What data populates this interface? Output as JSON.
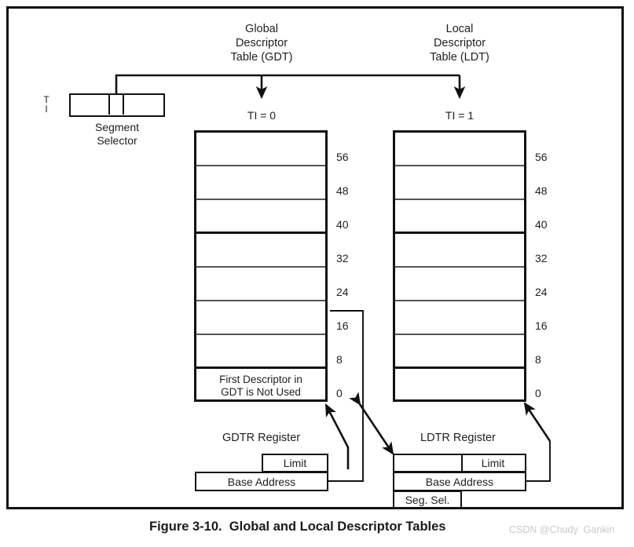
{
  "figure": {
    "caption": "Figure 3-10.  Global and Local Descriptor Tables",
    "watermark": "CSDN @Chudy  Gankin"
  },
  "segment_selector": {
    "label_line1": "Segment",
    "label_line2": "Selector",
    "ti_field_label_line1": "T",
    "ti_field_label_line2": "I"
  },
  "gdt": {
    "title_line1": "Global",
    "title_line2": "Descriptor",
    "title_line3": "Table (GDT)",
    "ti_value": "TI = 0",
    "offsets": [
      "56",
      "48",
      "40",
      "32",
      "24",
      "16",
      "8",
      "0"
    ],
    "first_entry_line1": "First Descriptor in",
    "first_entry_line2": "GDT is Not Used",
    "rows": [
      "",
      "",
      "",
      "",
      "",
      "",
      "",
      "First Descriptor in\nGDT is Not Used"
    ]
  },
  "ldt": {
    "title_line1": "Local",
    "title_line2": "Descriptor",
    "title_line3": "Table (LDT)",
    "ti_value": "TI = 1",
    "offsets": [
      "56",
      "48",
      "40",
      "32",
      "24",
      "16",
      "8",
      "0"
    ],
    "rows": [
      "",
      "",
      "",
      "",
      "",
      "",
      "",
      ""
    ]
  },
  "gdtr": {
    "label": "GDTR Register",
    "limit_label": "Limit",
    "base_label": "Base Address"
  },
  "ldtr": {
    "label": "LDTR Register",
    "limit_label": "Limit",
    "base_label": "Base Address",
    "segsel_label": "Seg. Sel."
  },
  "colors": {
    "line": "#111111",
    "inner_rule": "#555555",
    "text": "#1f1f1f",
    "watermark": "#c9c9c9",
    "background": "#ffffff"
  }
}
